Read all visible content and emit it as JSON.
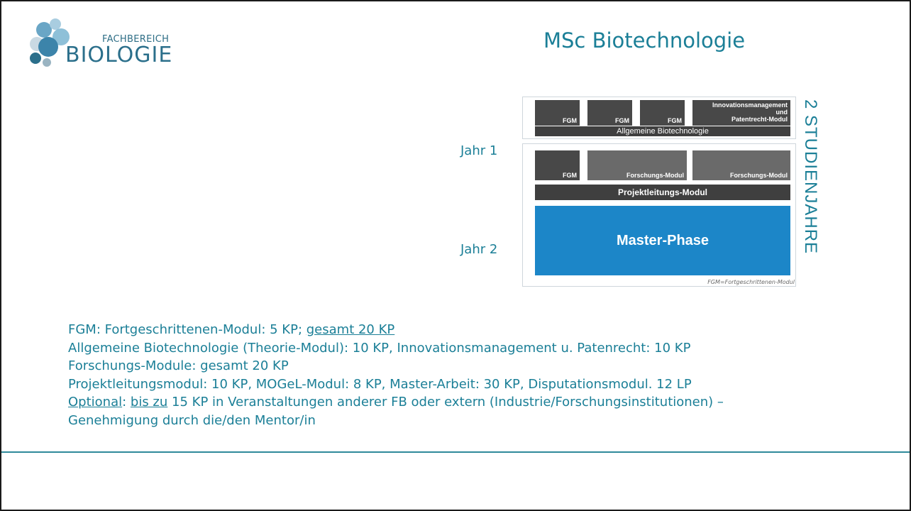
{
  "logo": {
    "small": "FACHBEREICH",
    "big": "BIOLOGIE"
  },
  "title": "MSc Biotechnologie",
  "years": {
    "y1": "Jahr 1",
    "y2": "Jahr 2"
  },
  "diagram": {
    "vertical_label": "2 STUDIENJAHRE",
    "row1": {
      "fgm1": "FGM",
      "fgm2": "FGM",
      "fgm3": "FGM",
      "innov_line1": "Innovationsmanagement",
      "innov_line2": "und",
      "innov_line3": "Patentrecht-Modul",
      "bar": "Allgemeine Biotechnologie"
    },
    "row2": {
      "fgm": "FGM",
      "forsch1": "Forschungs-Modul",
      "forsch2": "Forschungs-Modul",
      "bar": "Projektleitungs-Modul"
    },
    "master": "Master-Phase",
    "footnote": "FGM=Fortgeschrittenen-Modul"
  },
  "body": {
    "l1a": "FGM: Fortgeschrittenen-Modul: 5 KP; ",
    "l1b": "gesamt 20  KP",
    "l2": "Allgemeine Biotechnologie (Theorie-Modul): 10 KP, Innovationsmanagement u. Patenrecht: 10 KP",
    "l3": "Forschungs-Module:  gesamt 20 KP",
    "l4": "Projektleitungsmodul: 10 KP,  MOGeL-Modul: 8 KP, Master-Arbeit: 30 KP, Disputationsmodul. 12 LP",
    "l5a": "Optional",
    "l5b": ": ",
    "l5c": "bis zu",
    "l5d": " 15 KP in Veranstaltungen anderer FB oder extern (Industrie/Forschungsinstitutionen) –",
    "l6": "Genehmigung durch die/den Mentor/in"
  }
}
